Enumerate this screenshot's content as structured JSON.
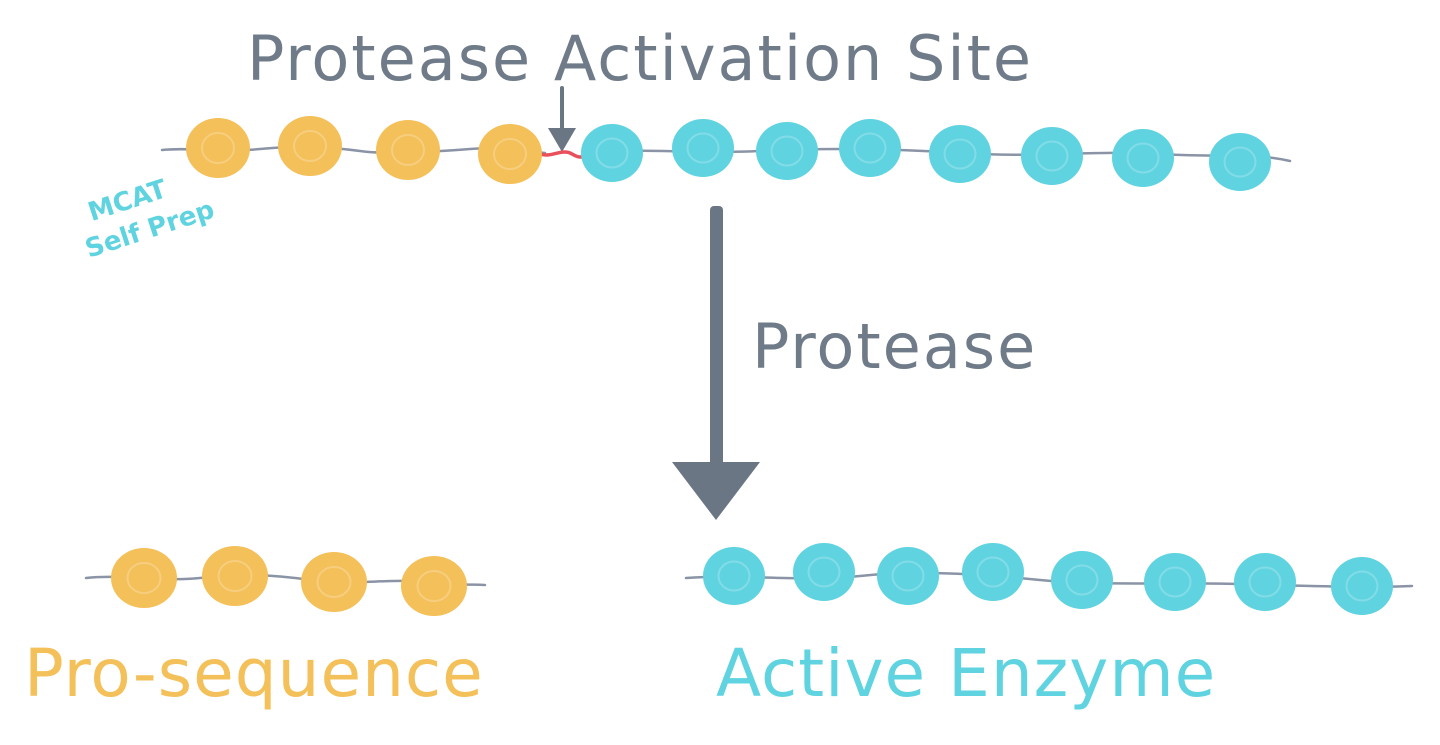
{
  "labels": {
    "activation_site": "Protease Activation Site",
    "protease": "Protease",
    "pro_sequence": "Pro-sequence",
    "active_enzyme": "Active Enzyme"
  },
  "watermark": {
    "line1": "MCAT",
    "line2": "Self Prep"
  },
  "colors": {
    "pro_sequence": "#f4c05a",
    "active_enzyme": "#5fd3e0",
    "text_gray": "#6f7b88",
    "arrow_gray": "#6a7683",
    "chain_line": "#8a94a6",
    "cleavage_site": "#e8505b"
  },
  "chains": {
    "zymogen": {
      "pro_residues": 4,
      "enzyme_residues": 8
    },
    "pro_fragment": {
      "residues": 4
    },
    "enzyme_fragment": {
      "residues": 8
    }
  },
  "icons": {
    "process_arrow": "down-arrow-icon",
    "site_pointer": "small-down-arrow-icon"
  }
}
